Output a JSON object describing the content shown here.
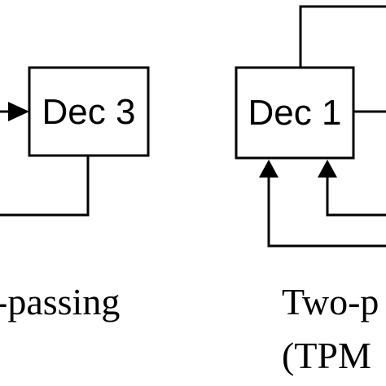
{
  "blocks": {
    "dec3": {
      "label": "Dec 3"
    },
    "dec1": {
      "label": "Dec 1"
    }
  },
  "captions": {
    "left_scheme": "-passing",
    "right_scheme_line1": "Two-p",
    "right_scheme_line2": "(TPM"
  },
  "colors": {
    "line": "#000000",
    "background": "#ffffff"
  }
}
